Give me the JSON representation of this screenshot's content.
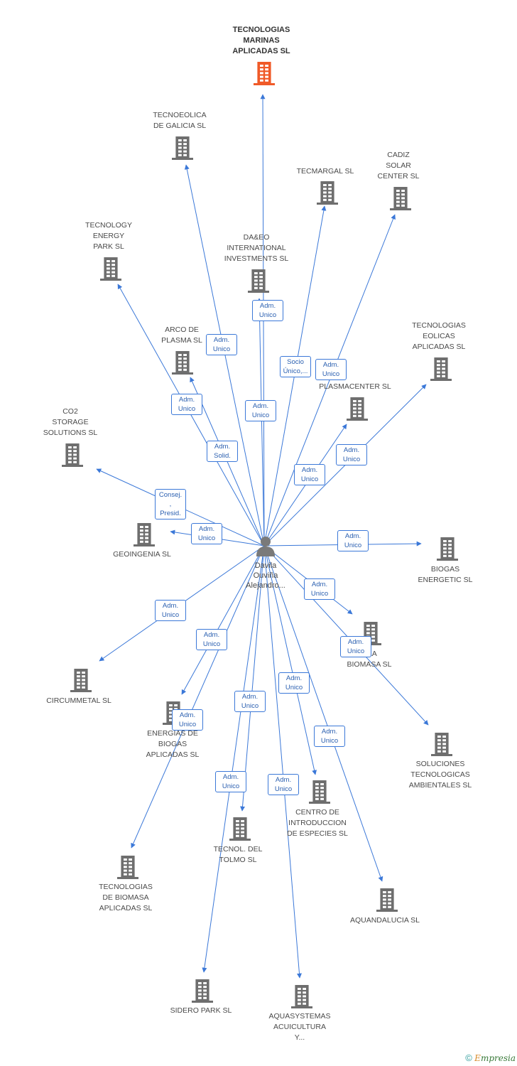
{
  "focus": {
    "label": "TECNOLOGIAS\nMARINAS\nAPLICADAS SL",
    "color": "#f05a28"
  },
  "person": {
    "label": "Davila\nOuviña\nAlejandro..."
  },
  "building_color": "#6e6e6e",
  "edge_color": "#3b78d8",
  "nodes": [
    {
      "id": "tecnoeolica",
      "label": "TECNOEOLICA\nDE GALICIA SL"
    },
    {
      "id": "tecmargal",
      "label": "TECMARGAL SL"
    },
    {
      "id": "cadiz",
      "label": "CADIZ\nSOLAR\nCENTER SL"
    },
    {
      "id": "tecnology",
      "label": "TECNOLOGY\nENERGY\nPARK SL"
    },
    {
      "id": "daeo",
      "label": "DA&EO\nINTERNATIONAL\nINVESTMENTS SL"
    },
    {
      "id": "eolicas",
      "label": "TECNOLOGIAS\nEOLICAS\nAPLICADAS SL"
    },
    {
      "id": "arco",
      "label": "ARCO DE\nPLASMA SL"
    },
    {
      "id": "plasmacenter",
      "label": "PLASMACENTER SL"
    },
    {
      "id": "co2",
      "label": "CO2\nSTORAGE\nSOLUTIONS SL"
    },
    {
      "id": "geoingenia",
      "label": "GEOINGENIA SL"
    },
    {
      "id": "biogas",
      "label": "BIOGAS\nENERGETIC SL"
    },
    {
      "id": "biomasa",
      "label": "...LA\nBIOMASA SL"
    },
    {
      "id": "circummetal",
      "label": "CIRCUMMETAL SL"
    },
    {
      "id": "energias",
      "label": "ENERGIAS DE\nBIOGAS\nAPLICADAS SL"
    },
    {
      "id": "soluciones",
      "label": "SOLUCIONES\nTECNOLOGICAS\nAMBIENTALES SL"
    },
    {
      "id": "centro",
      "label": "CENTRO DE\nINTRODUCCION\nDE ESPECIES SL"
    },
    {
      "id": "tolmo",
      "label": "TECNOL.  DEL\nTOLMO SL"
    },
    {
      "id": "biomasa_apl",
      "label": "TECNOLOGIAS\nDE BIOMASA\nAPLICADAS SL"
    },
    {
      "id": "aquandalucia",
      "label": "AQUANDALUCIA SL"
    },
    {
      "id": "sidero",
      "label": "SIDERO PARK SL"
    },
    {
      "id": "aquasystemas",
      "label": "AQUASYSTEMAS\nACUICULTURA\nY..."
    }
  ],
  "edges": [
    {
      "target": "focus",
      "label": "Adm.\nUnico"
    },
    {
      "target": "tecnoeolica",
      "label": "Adm.\nUnico"
    },
    {
      "target": "tecmargal",
      "label": "Socio\nÚnico,..."
    },
    {
      "target": "cadiz",
      "label": "Adm.\nUnico"
    },
    {
      "target": "tecnology",
      "label": "Adm.\nUnico"
    },
    {
      "target": "daeo",
      "label": "Adm.\nUnico"
    },
    {
      "target": "eolicas",
      "label": "Adm.\nUnico"
    },
    {
      "target": "arco",
      "label": "Adm.\nSolid."
    },
    {
      "target": "plasmacenter",
      "label": "Adm.\nUnico"
    },
    {
      "target": "co2",
      "label": "Consej. ,\nPresid."
    },
    {
      "target": "geoingenia",
      "label": "Adm.\nUnico"
    },
    {
      "target": "biogas",
      "label": "Adm.\nUnico"
    },
    {
      "target": "biomasa",
      "label": "Adm.\nUnico"
    },
    {
      "target": "circummetal",
      "label": "Adm.\nUnico"
    },
    {
      "target": "energias",
      "label": "Adm.\nUnico"
    },
    {
      "target": "soluciones",
      "label": "Adm.\nUnico"
    },
    {
      "target": "centro",
      "label": "Adm.\nUnico"
    },
    {
      "target": "tolmo",
      "label": "Adm.\nUnico"
    },
    {
      "target": "biomasa_apl",
      "label": "Adm.\nUnico"
    },
    {
      "target": "aquandalucia",
      "label": "Adm.\nUnico"
    },
    {
      "target": "sidero",
      "label": "Adm.\nUnico"
    },
    {
      "target": "aquasystemas",
      "label": "Adm.\nUnico"
    }
  ],
  "footer": {
    "copyright": "©",
    "brand_e": "E",
    "brand_rest": "mpresia"
  }
}
